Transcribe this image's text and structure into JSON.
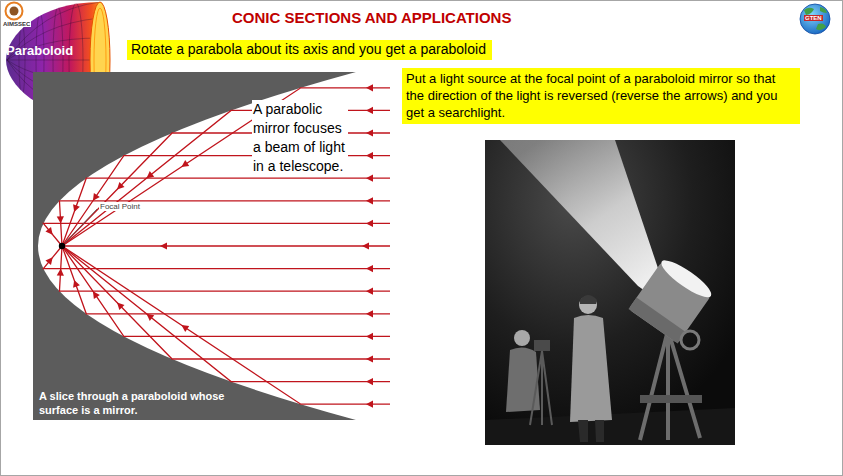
{
  "diagram": {
    "title": "CONIC SECTIONS AND APPLICATIONS",
    "nodes": [
      {
        "text": [
          "Paraboloid"
        ]
      },
      {
        "text": [
          "Rotate a parabola about its axis and you get a paraboloid"
        ]
      },
      {
        "text": [
          "Put a light source at the focal point of a paraboloid mirror so that the direction of the light is reversed (reverse the arrows) and you get a searchlight."
        ]
      },
      {
        "text": [
          "A slice through a paraboloid whose surface is a mirror."
        ]
      }
    ],
    "labels": [
      "AIMSSEC",
      "GTEN",
      "A parabolic mirror focuses a beam of light in a telescope.",
      "Focal Point"
    ]
  }
}
